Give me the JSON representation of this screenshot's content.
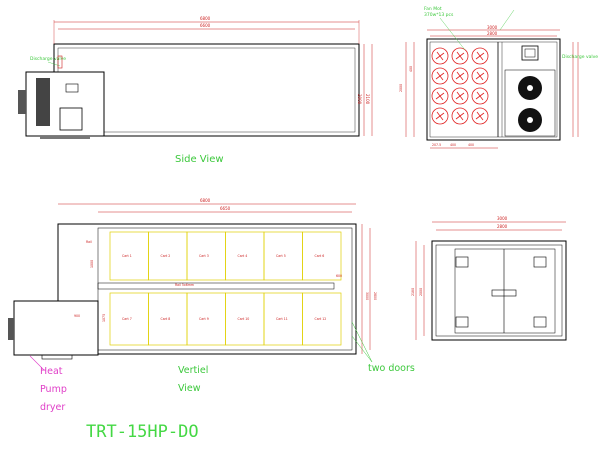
{
  "labels": {
    "side_view": "Side View",
    "vertical_view_line1": "Vertiel",
    "vertical_view_line2": "View",
    "two_doors": "two doors",
    "heat_pump_line1": "Heat",
    "heat_pump_line2": "Pump",
    "heat_pump_line3": "dryer",
    "model": "TRT-15HP-DO",
    "discharge_valve_left": "Discharge valve",
    "discharge_valve_right": "Discharge valve",
    "fan_motor": "Fan Mot",
    "fan_spec": "370w*13 pcs"
  },
  "dimensions": {
    "side_total": "6800",
    "side_inner": "6600",
    "side_height_a": "2000",
    "side_height_b": "2100",
    "front_width_a": "3000",
    "front_width_b": "2800",
    "front_height": "2000",
    "front_pitch": "400",
    "front_bottom_a": "207.5",
    "front_bottom_b": "400",
    "front_bottom_c": "400",
    "top_total": "6800",
    "top_inner": "6650",
    "top_gap": "600",
    "top_side": "900",
    "top_h1": "1000",
    "top_h2": "1075",
    "top_right_a": "3000",
    "top_right_b": "2800",
    "end_width_a": "3000",
    "end_width_b": "2800",
    "end_h_a": "2180",
    "end_h_b": "2000",
    "rail_left": "Rail",
    "rail_center": "Rail 5x6mm"
  },
  "trolley_labels": {
    "top_row": [
      "Cart 1",
      "Cart 2",
      "Cart 3",
      "Cart 4",
      "Cart 5",
      "Cart 6"
    ],
    "bottom_row": [
      "Cart 7",
      "Cart 8",
      "Cart 9",
      "Cart 10",
      "Cart 11",
      "Cart 12"
    ]
  },
  "colors": {
    "outline": "#000000",
    "dimension": "#cc2020",
    "label_green": "#3cc83c",
    "label_magenta": "#e040c8",
    "trolley": "#e0d000",
    "fan": "#e02020"
  }
}
